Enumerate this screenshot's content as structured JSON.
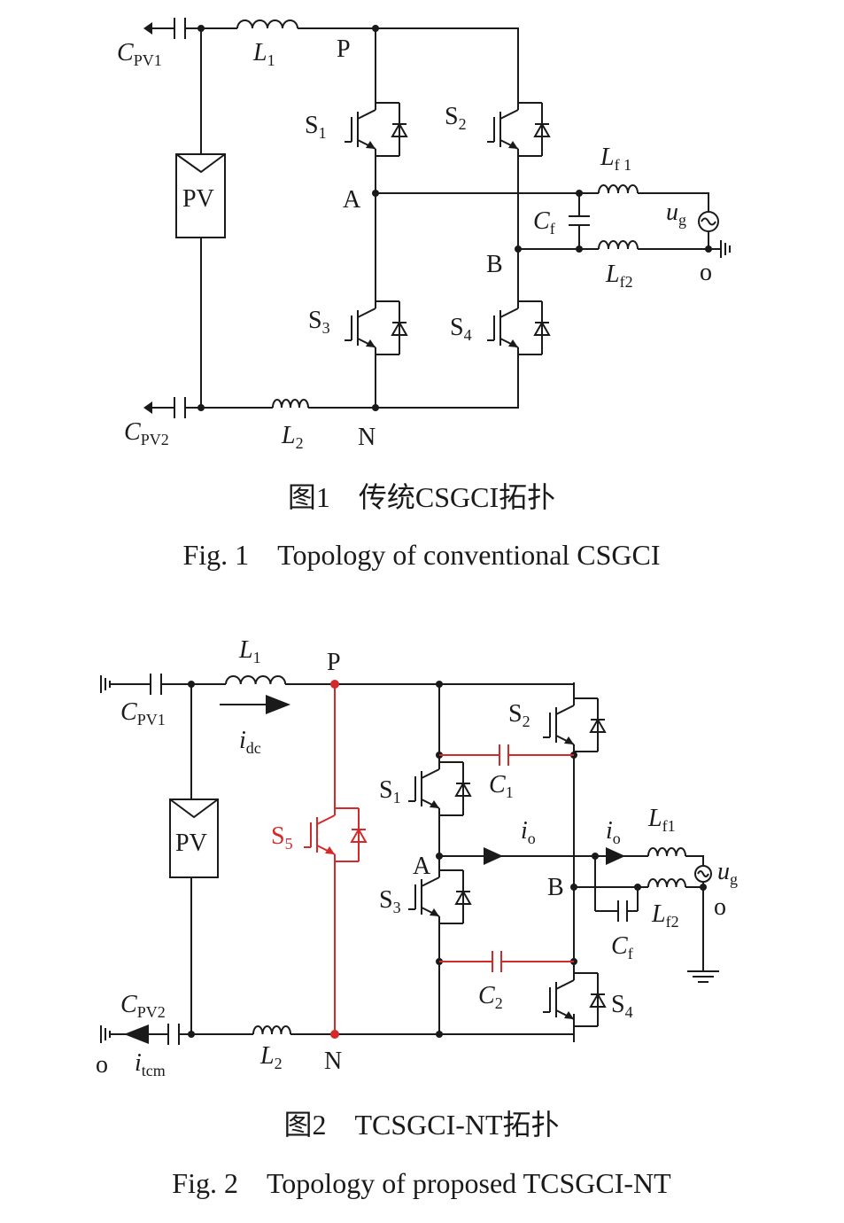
{
  "fig1": {
    "labels": {
      "cpv1": "C",
      "cpv1_sub": "PV1",
      "l1": "L",
      "l1_sub": "1",
      "p": "P",
      "s1": "S",
      "s1_sub": "1",
      "s2": "S",
      "s2_sub": "2",
      "pv": "PV",
      "a": "A",
      "lf1": "L",
      "lf1_sub": "f 1",
      "cf": "C",
      "cf_sub": "f",
      "ug": "u",
      "ug_sub": "g",
      "b": "B",
      "lf2": "L",
      "lf2_sub": "f2",
      "o": "o",
      "s3": "S",
      "s3_sub": "3",
      "s4": "S",
      "s4_sub": "4",
      "cpv2": "C",
      "cpv2_sub": "PV2",
      "l2": "L",
      "l2_sub": "2",
      "n": "N"
    },
    "caption_cn": "图1　传统CSGCI拓扑",
    "caption_en": "Fig. 1　Topology of conventional CSGCI"
  },
  "fig2": {
    "labels": {
      "l1": "L",
      "l1_sub": "1",
      "p": "P",
      "cpv1": "C",
      "cpv1_sub": "PV1",
      "idc": "i",
      "idc_sub": "dc",
      "s2": "S",
      "s2_sub": "2",
      "s1": "S",
      "s1_sub": "1",
      "c1": "C",
      "c1_sub": "1",
      "pv": "PV",
      "s5": "S",
      "s5_sub": "5",
      "io1": "i",
      "io1_sub": "o",
      "io2": "i",
      "io2_sub": "o",
      "lf1": "L",
      "lf1_sub": "f1",
      "a": "A",
      "ug": "u",
      "ug_sub": "g",
      "b": "B",
      "s3": "S",
      "s3_sub": "3",
      "lf2": "L",
      "lf2_sub": "f2",
      "o_right": "o",
      "cf": "C",
      "cf_sub": "f",
      "c2": "C",
      "c2_sub": "2",
      "s4": "S",
      "s4_sub": "4",
      "cpv2": "C",
      "cpv2_sub": "PV2",
      "o_left": "o",
      "itcm": "i",
      "itcm_sub": "tcm",
      "l2": "L",
      "l2_sub": "2",
      "n": "N"
    },
    "caption_cn": "图2　TCSGCI-NT拓扑",
    "caption_en": "Fig. 2　Topology of proposed TCSGCI-NT"
  },
  "colors": {
    "ink": "#1a1a1a",
    "highlight": "#d42a2a"
  }
}
